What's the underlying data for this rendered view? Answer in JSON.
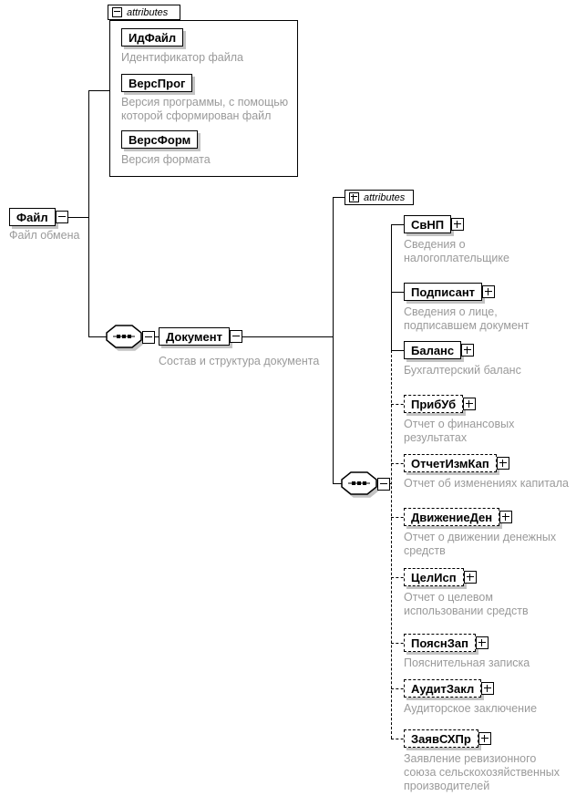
{
  "diagram": {
    "root": {
      "name": "Файл",
      "desc": "Файл обмена"
    },
    "file_attributes": {
      "header_label": "attributes",
      "items": [
        {
          "name": "ИдФайл",
          "desc_lines": [
            "Идентификатор файла"
          ]
        },
        {
          "name": "ВерсПрог",
          "desc_lines": [
            "Версия программы, с помощью",
            "которой сформирован файл"
          ]
        },
        {
          "name": "ВерсФорм",
          "desc_lines": [
            "Версия формата"
          ]
        }
      ]
    },
    "document": {
      "name": "Документ",
      "desc": "Состав и структура документа"
    },
    "doc_attributes": {
      "header_label": "attributes"
    },
    "children": [
      {
        "name": "СвНП",
        "optional": false,
        "desc_lines": [
          "Сведения о",
          "налогоплательщике"
        ]
      },
      {
        "name": "Подписант",
        "optional": false,
        "desc_lines": [
          "Сведения о лице,",
          "подписавшем документ"
        ]
      },
      {
        "name": "Баланс",
        "optional": false,
        "desc_lines": [
          "Бухгалтерский баланс"
        ]
      },
      {
        "name": "ПрибУб",
        "optional": true,
        "desc_lines": [
          "Отчет о финансовых",
          "результатах"
        ]
      },
      {
        "name": "ОтчетИзмКап",
        "optional": true,
        "desc_lines": [
          "Отчет об изменениях капитала"
        ]
      },
      {
        "name": "ДвижениеДен",
        "optional": true,
        "desc_lines": [
          "Отчет о движении денежных",
          "средств"
        ]
      },
      {
        "name": "ЦелИсп",
        "optional": true,
        "desc_lines": [
          "Отчет о целевом",
          "использовании средств"
        ]
      },
      {
        "name": "ПояснЗап",
        "optional": true,
        "desc_lines": [
          "Пояснительная записка"
        ]
      },
      {
        "name": "АудитЗакл",
        "optional": true,
        "desc_lines": [
          "Аудиторское заключение"
        ]
      },
      {
        "name": "ЗаявСХПр",
        "optional": true,
        "desc_lines": [
          "Заявление ревизионного",
          "союза сельскохозяйственных",
          "производителей"
        ]
      }
    ],
    "colors": {
      "line": "#000000",
      "annotation_gray": "#9a9a9a",
      "shadow": "#c3c3c3",
      "box_background": "#ffffff"
    }
  }
}
